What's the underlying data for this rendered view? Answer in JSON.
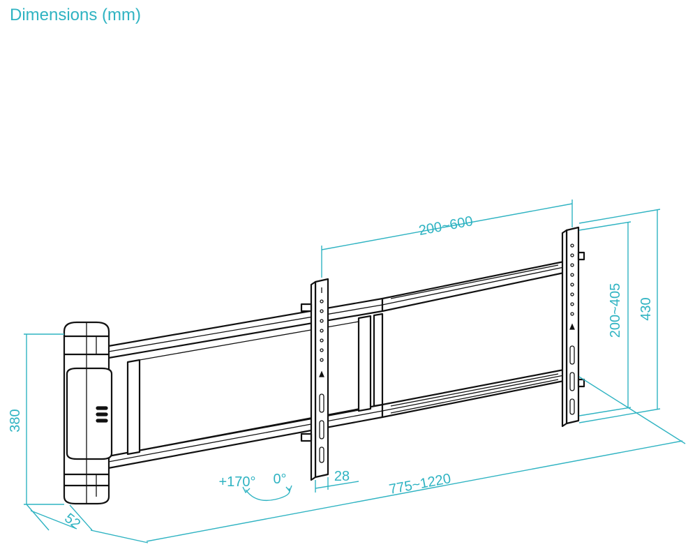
{
  "header": {
    "title": "Dimensions (mm)"
  },
  "dimensions": {
    "vesa_horizontal": "200~600",
    "vesa_vertical": "200~405",
    "plate_height": "430",
    "wall_plate_height": "380",
    "depth": "52",
    "rail_width": "28",
    "arm_extension": "775~1220",
    "rotation_left": "+170°",
    "rotation_right": "0°"
  },
  "colors": {
    "accent": "#2fb3c2",
    "line": "#111111",
    "background": "#ffffff"
  }
}
